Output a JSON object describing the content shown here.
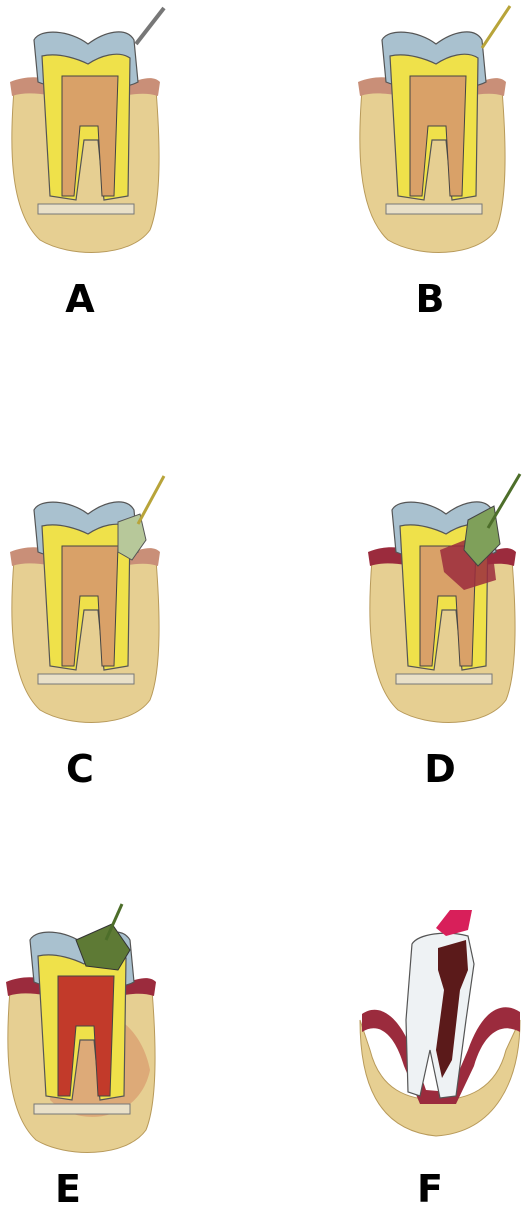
{
  "panels": [
    {
      "label": "A",
      "stage": "probe-at-enamel",
      "infection": "none"
    },
    {
      "label": "B",
      "stage": "probe-at-gumline",
      "infection": "none"
    },
    {
      "label": "C",
      "stage": "plaque-at-gumline",
      "infection": "early"
    },
    {
      "label": "D",
      "stage": "infection-into-root",
      "infection": "moderate"
    },
    {
      "label": "E",
      "stage": "infection-spread-to-bone",
      "infection": "severe"
    },
    {
      "label": "F",
      "stage": "decayed-tooth-cross-section",
      "infection": "advanced"
    }
  ],
  "colors": {
    "enamel": "#a9c1cf",
    "dentin": "#efe14a",
    "pulp": "#d9a168",
    "bone": "#e6cf92",
    "gum": "#c98f78",
    "plaque": "#7fa05a",
    "infection": "#9b2b3d",
    "decay": "#5b1a1a",
    "crown_fragment": "#d81f5a"
  }
}
